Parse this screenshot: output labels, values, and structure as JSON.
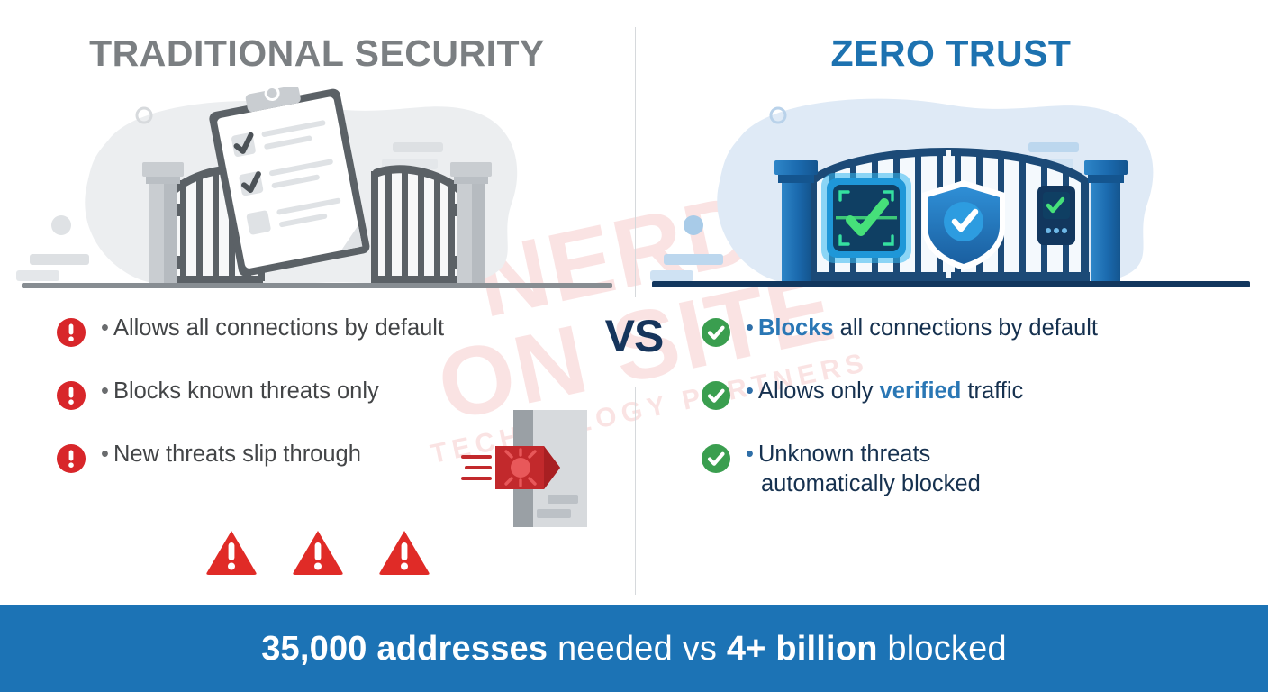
{
  "colors": {
    "banner_blue": "#1c73b5",
    "title_grey": "#7b7f82",
    "title_blue": "#1d72b0",
    "alert_red": "#d8262a",
    "success_green": "#3a9e4f",
    "vs_navy": "#16355c",
    "highlight_blue": "#2a77b5",
    "text_dark_grey": "#434547",
    "text_navy": "#16314f"
  },
  "watermark": {
    "line1": "NERD",
    "line2": "ON SITE",
    "line3": "TECHNOLOGY PARTNERS"
  },
  "center": {
    "vs_label": "VS"
  },
  "left": {
    "title": "TRADITIONAL SECURITY",
    "illustration_name": "open-gate-with-checklist-clipboard",
    "bullets": [
      {
        "icon": "alert-circle-icon",
        "dot": "•",
        "text": "Allows all connections by default"
      },
      {
        "icon": "alert-circle-icon",
        "dot": "•",
        "text": "Blocks known threats only"
      },
      {
        "icon": "alert-circle-icon",
        "dot": "•",
        "text": "New threats slip through"
      }
    ],
    "status_icons": [
      "warning-triangle-icon",
      "warning-triangle-icon",
      "warning-triangle-icon"
    ],
    "threat_graphic": "malware-bug-passing-through-wall"
  },
  "right": {
    "title": "ZERO TRUST",
    "illustration_name": "closed-gate-with-scanner-shield-keypad",
    "bullets": [
      {
        "icon": "check-circle-icon",
        "dot": "•",
        "highlight": "Blocks",
        "text": " all connections by default",
        "lead": ""
      },
      {
        "icon": "check-circle-icon",
        "dot": "•",
        "lead": "Allows only ",
        "highlight": "verified",
        "text": " traffic"
      },
      {
        "icon": "check-circle-icon",
        "dot": "•",
        "lead": "",
        "highlight": "",
        "text": "Unknown threats",
        "text2": "automatically blocked"
      }
    ],
    "status_icons": [
      "check-circle-icon",
      "check-circle-icon",
      "check-circle-icon"
    ],
    "threat_graphic": "malware-bug-deflected-by-shield"
  },
  "banner": {
    "part1": "35,000 addresses",
    "part2": " needed vs ",
    "part3": "4+ billion",
    "part4": " blocked"
  }
}
